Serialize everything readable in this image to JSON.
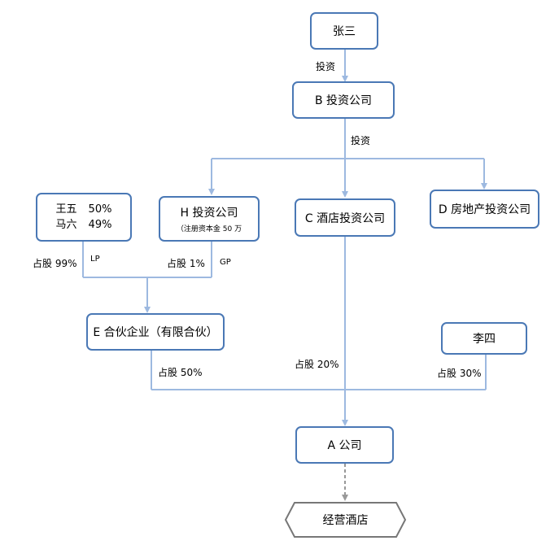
{
  "nodes": {
    "zhangsan": "张三",
    "b_company": "B 投资公司",
    "wangwu": {
      "name": "王五",
      "pct": "50%"
    },
    "maliu": {
      "name": "马六",
      "pct": "49%"
    },
    "h_company": {
      "name": "H 投资公司",
      "note": "（注册资本金 50 万"
    },
    "c_company": "C 酒店投资公司",
    "d_company": "D 房地产投资公司",
    "e_company": "E 合伙企业（有限合伙）",
    "lisi": "李四",
    "a_company": "A 公司",
    "hotel": "经营酒店"
  },
  "labels": {
    "invest_1": "投资",
    "invest_2": "投资",
    "share_99": "占股 99%",
    "lp": "LP",
    "share_1": "占股 1%",
    "gp": "GP",
    "share_50": "占股 50%",
    "share_20": "占股 20%",
    "share_30": "占股 30%"
  },
  "colors": {
    "box_border": "#4a78b5",
    "connector": "#9db9e0",
    "dashed": "#999999",
    "hex_border": "#777777"
  }
}
